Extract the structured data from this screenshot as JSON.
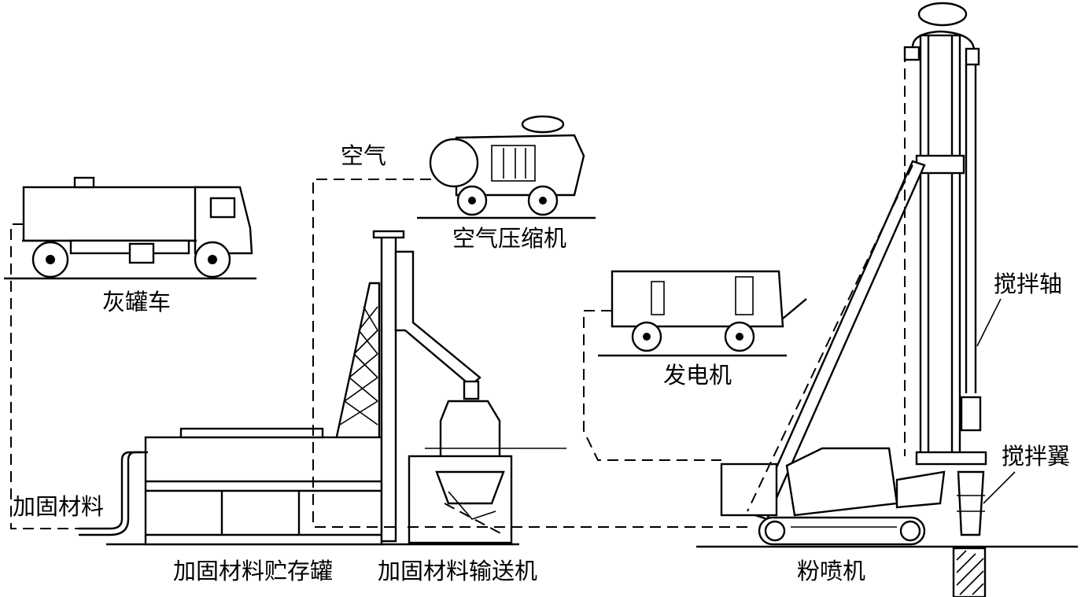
{
  "labels": {
    "ash_tank_truck": "灰罐车",
    "air": "空气",
    "air_compressor": "空气压缩机",
    "generator": "发电机",
    "mixing_shaft": "搅拌轴",
    "mixing_wing": "搅拌翼",
    "reinforcement_material": "加固材料",
    "material_storage_tank": "加固材料贮存罐",
    "material_conveyor": "加固材料输送机",
    "powder_spraying_machine": "粉喷机"
  }
}
